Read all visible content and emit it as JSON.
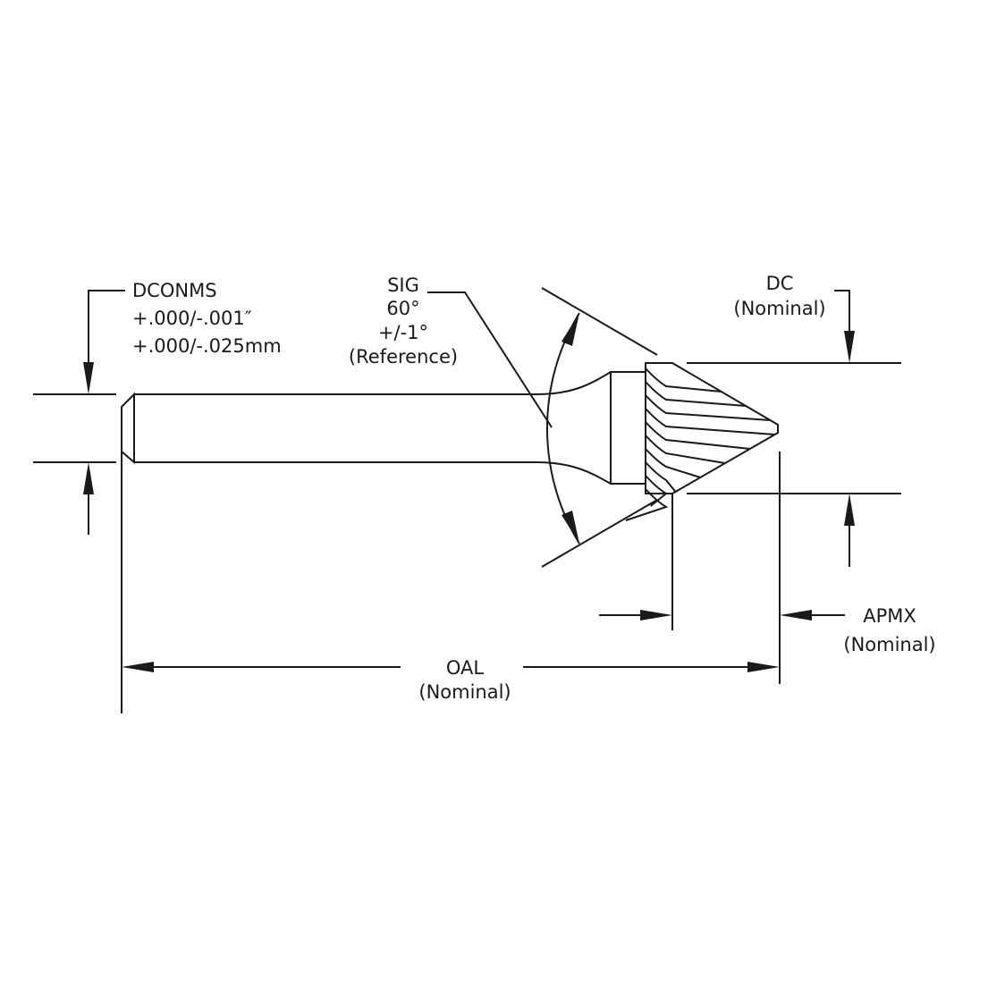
{
  "dconms": {
    "label": "DCONMS",
    "tol_in": "+.000/-.001″",
    "tol_mm": "+.000/-.025mm"
  },
  "sig": {
    "label": "SIG",
    "angle": "60°",
    "tol": "+/-1°",
    "note": "(Reference)"
  },
  "dc": {
    "label": "DC",
    "note": "(Nominal)"
  },
  "apmx": {
    "label": "APMX",
    "note": "(Nominal)"
  },
  "oal": {
    "label": "OAL",
    "note": "(Nominal)"
  }
}
